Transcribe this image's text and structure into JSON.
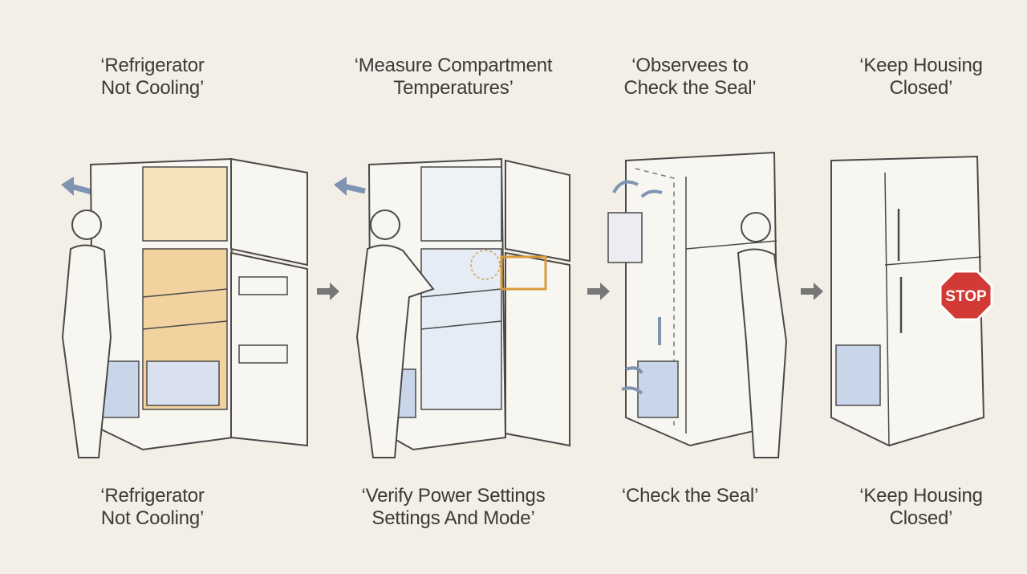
{
  "steps": [
    {
      "title_top": "‘Refrigerator\nNot Cooling’",
      "title_bottom": "‘Refrigerator\nNot Cooling’"
    },
    {
      "title_top": "‘Measure Compartment\nTemperatures’",
      "title_bottom": "‘Verify Power Settings\nSettings And Mode’"
    },
    {
      "title_top": "‘Observees to\nCheck the Seal’",
      "title_bottom": "‘Check the Seal’"
    },
    {
      "title_top": "‘Keep Housing\nClosed’",
      "title_bottom": "‘Keep Housing\nClosed’"
    }
  ],
  "stop_sign": {
    "label": "STOP",
    "color": "#d23a35"
  },
  "colors": {
    "line": "#4a4a4a",
    "warm": "#f2c98a",
    "cool": "#c9d6ea",
    "flow_arrow": "#7f93b3",
    "highlight": "#d99a3c"
  }
}
